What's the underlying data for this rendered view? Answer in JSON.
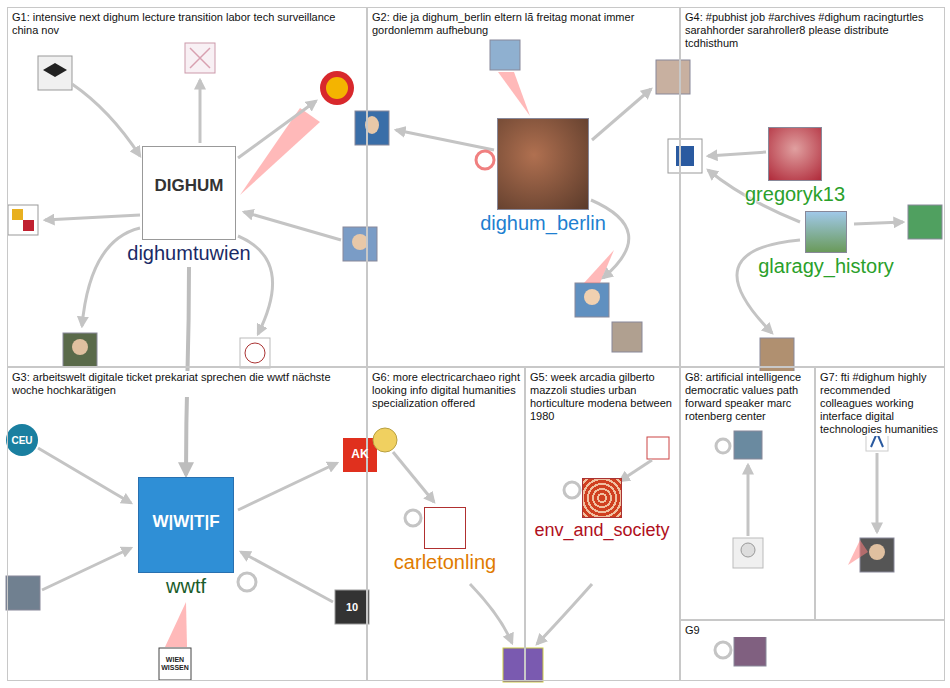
{
  "diagram": {
    "nodes": [
      {
        "text": [
          "G1: intensive next dighum lecture transition labor tech surveillance china nov"
        ]
      },
      {
        "text": [
          "dighumtuwien"
        ],
        "in": 0
      },
      {
        "text": [
          "G2: die ja dighum_berlin eltern lã freitag monat immer gordonlemm aufhebung"
        ]
      },
      {
        "text": [
          "dighum_berlin"
        ],
        "in": 2
      },
      {
        "text": [
          "G4: #pubhist job #archives #dighum racingturtles sarahhorder sarahroller8 please distribute tcdhisthum"
        ]
      },
      {
        "text": [
          "gregoryk13"
        ],
        "in": 4
      },
      {
        "text": [
          "glaragy_history"
        ],
        "in": 4
      },
      {
        "text": [
          "G3: arbeitswelt digitale ticket prekariat sprechen die wwtf nächste woche hochkarätigen"
        ]
      },
      {
        "text": [
          "wwtf"
        ],
        "in": 7
      },
      {
        "text": [
          "G6: more electricarchaeo right looking info digital humanities specialization offered"
        ]
      },
      {
        "text": [
          "carletonling"
        ],
        "in": 9
      },
      {
        "text": [
          "G5: week arcadia gilberto mazzoli studies urban horticulture modena between 1980"
        ]
      },
      {
        "text": [
          "env_and_society"
        ],
        "in": 11
      },
      {
        "text": [
          "G8: artificial intelligence democratic values path forward speaker marc rotenberg center"
        ]
      },
      {
        "text": [
          "G7: fti #dighum highly recommended colleagues working interface digital technologies humanities"
        ]
      },
      {
        "text": [
          "G9"
        ]
      }
    ],
    "edges": [
      {
        "from": 1,
        "to": 8,
        "arrow": "to"
      }
    ],
    "labels": [
      "DIGHUM",
      "W|W|T|F",
      "CEU",
      "AK",
      "WIEN WISSEN",
      "10"
    ]
  }
}
